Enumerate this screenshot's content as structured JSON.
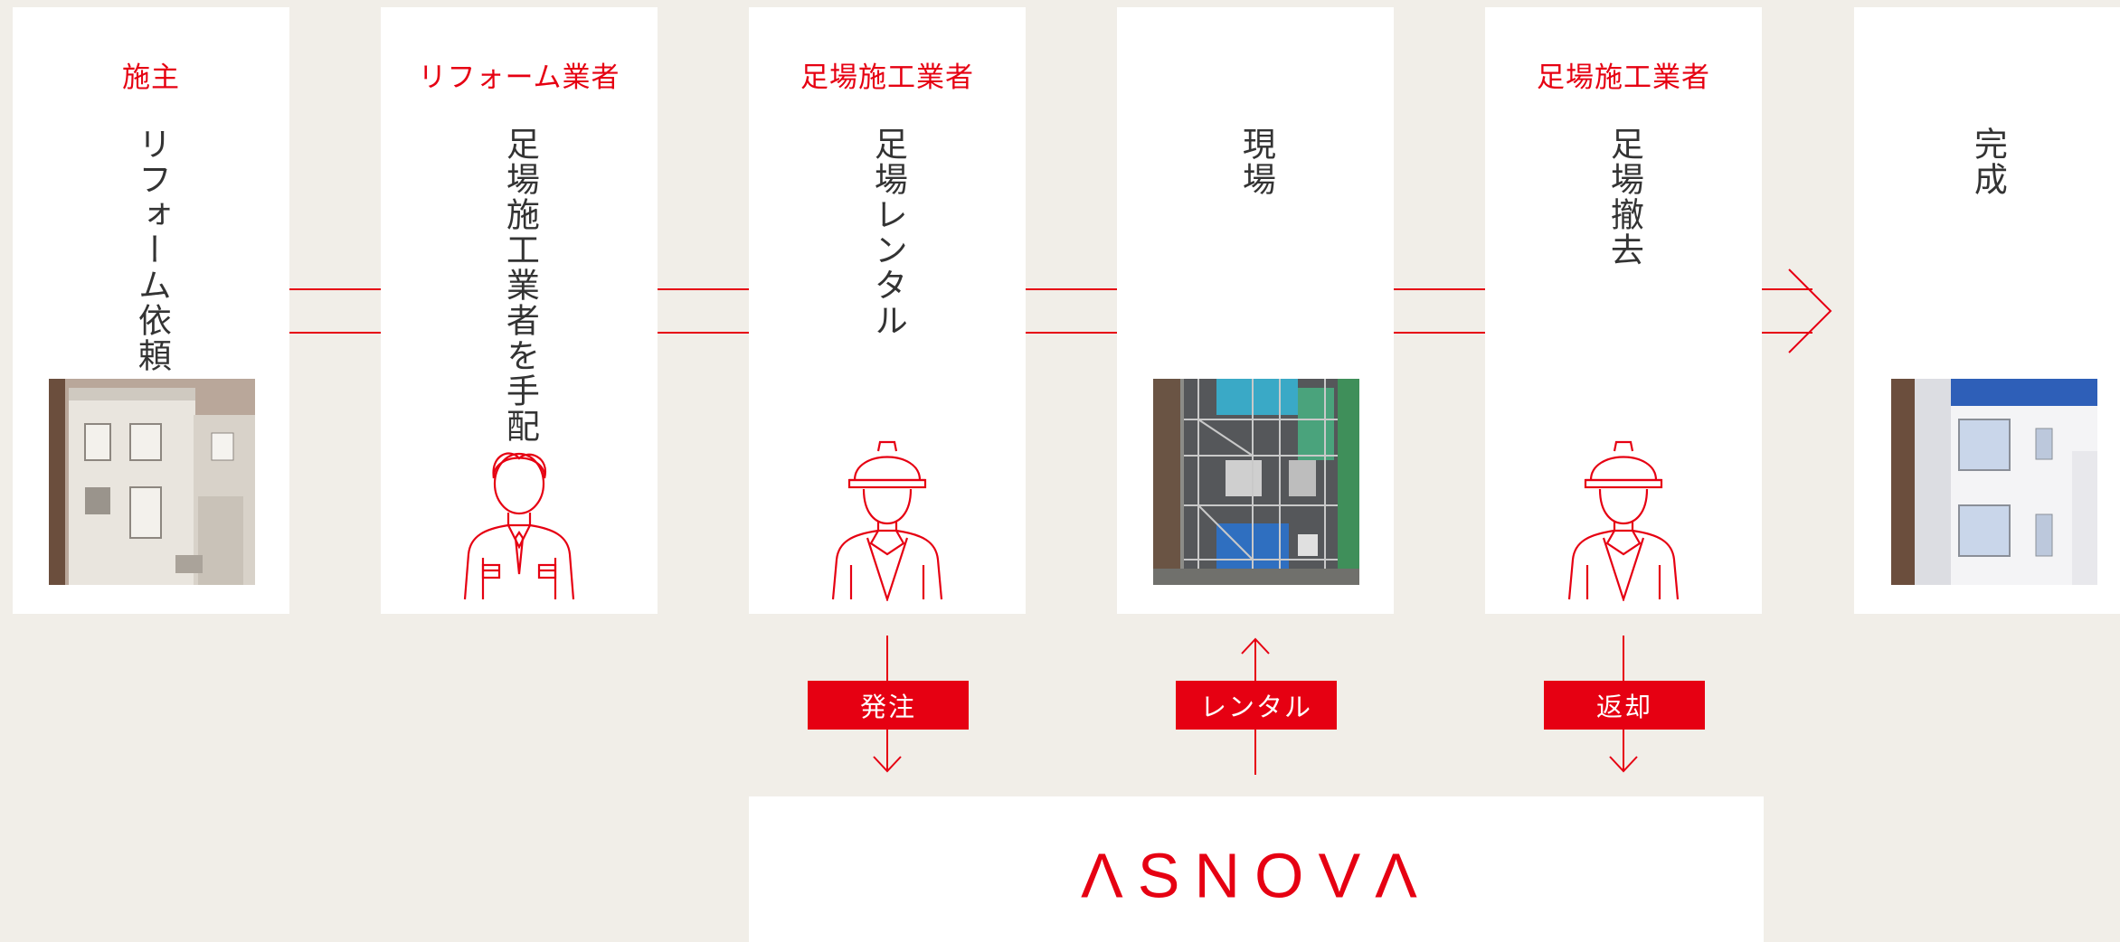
{
  "steps": [
    {
      "role": "施主",
      "action": "リフォーム依頼"
    },
    {
      "role": "リフォーム業者",
      "action": "足場施工業者を手配"
    },
    {
      "role": "足場施工業者",
      "action": "足場レンタル"
    },
    {
      "role": "",
      "action": "現場"
    },
    {
      "role": "足場施工業者",
      "action": "足場撤去"
    },
    {
      "role": "",
      "action": "完成"
    }
  ],
  "flows": [
    {
      "label": "発注",
      "direction": "down"
    },
    {
      "label": "レンタル",
      "direction": "up"
    },
    {
      "label": "返却",
      "direction": "down"
    }
  ],
  "company": {
    "logo": "ΛSNOVΛ"
  },
  "colors": {
    "accent": "#e60012",
    "background": "#f1eee8",
    "text": "#333333"
  }
}
